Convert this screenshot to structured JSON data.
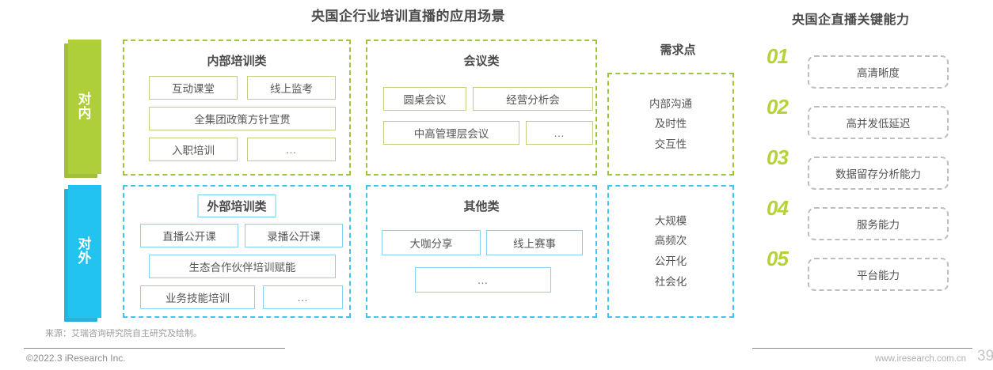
{
  "titles": {
    "main": "央国企行业培训直播的应用场景",
    "right": "央国企直播关键能力"
  },
  "colors": {
    "green": "#aecf39",
    "blue": "#22c3ee",
    "green_dash": "#9fc33c",
    "blue_dash": "#3fc6ee",
    "number_green": "#b5d334",
    "text_gray": "#4a4a4a"
  },
  "bands": {
    "internal": "对内",
    "external": "对外"
  },
  "demand_header": "需求点",
  "groups": [
    {
      "key": "internal_training",
      "title": "内部培训类",
      "title_boxed": false,
      "chips": [
        "互动课堂",
        "线上监考",
        "全集团政策方针宣贯",
        "入职培训",
        "…"
      ]
    },
    {
      "key": "meetings",
      "title": "会议类",
      "title_boxed": false,
      "chips": [
        "圆桌会议",
        "经营分析会",
        "中高管理层会议",
        "…"
      ]
    },
    {
      "key": "external_training",
      "title": "外部培训类",
      "title_boxed": true,
      "chips": [
        "直播公开课",
        "录播公开课",
        "生态合作伙伴培训赋能",
        "业务技能培训",
        "…"
      ]
    },
    {
      "key": "others",
      "title": "其他类",
      "title_boxed": false,
      "chips": [
        "大咖分享",
        "线上赛事",
        "…"
      ]
    }
  ],
  "demands": {
    "internal": [
      "内部沟通",
      "及时性",
      "交互性"
    ],
    "external": [
      "大规模",
      "高频次",
      "公开化",
      "社会化"
    ]
  },
  "capabilities": [
    {
      "num": "01",
      "label": "高清晰度"
    },
    {
      "num": "02",
      "label": "高并发低延迟"
    },
    {
      "num": "03",
      "label": "数据留存分析能力"
    },
    {
      "num": "04",
      "label": "服务能力"
    },
    {
      "num": "05",
      "label": "平台能力"
    }
  ],
  "footer": {
    "source": "来源：艾瑞咨询研究院自主研究及绘制。",
    "copyright": "©2022.3 iResearch Inc.",
    "site": "www.iresearch.com.cn",
    "page": "39"
  }
}
